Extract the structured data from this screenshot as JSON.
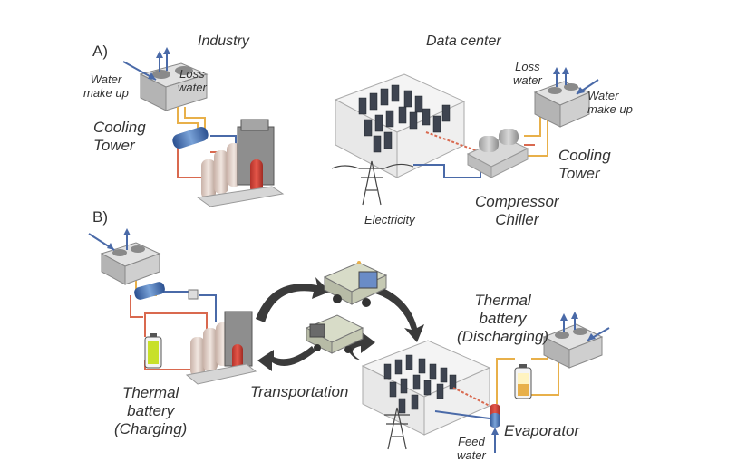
{
  "panel_a": {
    "marker": "A)",
    "industry": {
      "title": "Industry",
      "water_make_up": "Water\nmake up",
      "loss_water": "Loss\nwater",
      "cooling_tower": "Cooling\nTower"
    },
    "data_center": {
      "title": "Data center",
      "loss_water": "Loss\nwater",
      "water_make_up": "Water\nmake up",
      "cooling_tower": "Cooling\nTower",
      "compressor_chiller": "Compressor\nChiller",
      "electricity": "Electricity"
    }
  },
  "panel_b": {
    "marker": "B)",
    "thermal_battery_discharging": "Thermal\nbattery\n(Discharging)",
    "thermal_battery_charging": "Thermal\nbattery\n(Charging)",
    "transportation": "Transportation",
    "evaporator": "Evaporator",
    "feed_water": "Feed\nwater"
  },
  "colors": {
    "hot_pipe": "#d9694f",
    "cold_pipe": "#4a6aa8",
    "warm_pipe": "#e8b04a",
    "arrow": "#3b3b3b",
    "battery": "#c8e02a"
  }
}
